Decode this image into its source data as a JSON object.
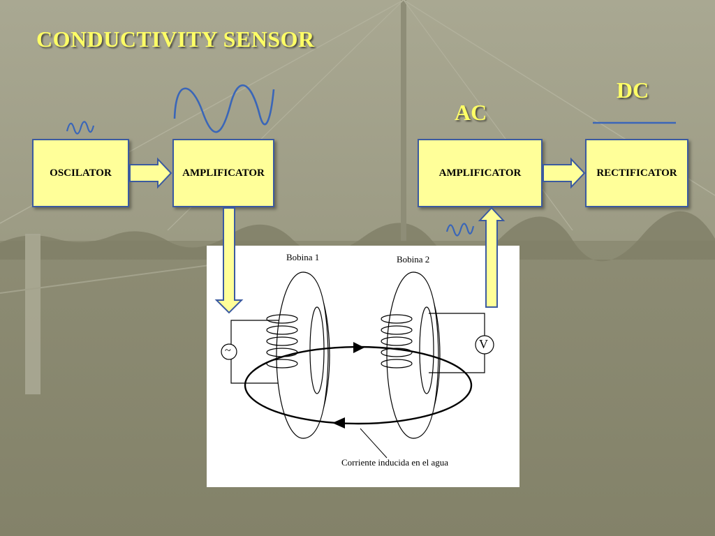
{
  "title": "CONDUCTIVITY SENSOR",
  "signals": {
    "ac": "AC",
    "dc": "DC"
  },
  "blocks": {
    "oscilator": "OSCILATOR",
    "amplificator_1": "AMPLIFICATOR",
    "amplificator_2": "AMPLIFICATOR",
    "rectificator": "RECTIFICATOR"
  },
  "figure": {
    "coil_1": "Bobina 1",
    "coil_2": "Bobina 2",
    "caption": "Corriente inducida en el agua",
    "source_symbol": "~",
    "meter_symbol": "V"
  },
  "colors": {
    "title": "#ffff66",
    "box_fill": "#ffff99",
    "box_border": "#3b5aa0",
    "wave": "#3a66b8"
  }
}
